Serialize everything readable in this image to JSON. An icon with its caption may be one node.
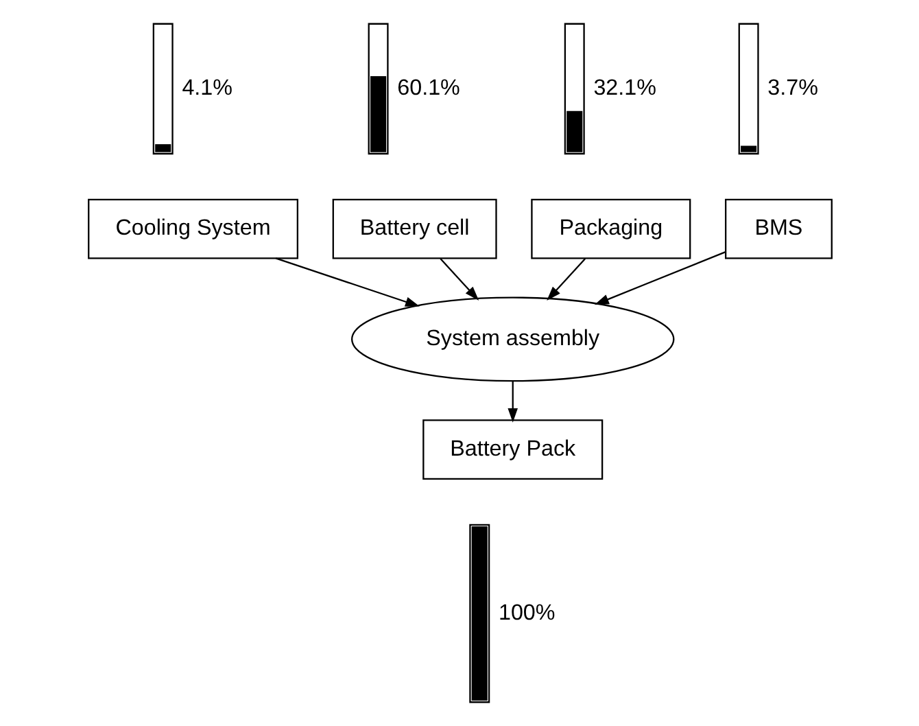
{
  "diagram": {
    "nodes": [
      {
        "text": [],
        "shape": "bar",
        "beside": [
          "4.1%"
        ]
      },
      {
        "text": [],
        "shape": "bar",
        "beside": [
          "60.1%"
        ]
      },
      {
        "text": [],
        "shape": "bar",
        "beside": [
          "32.1%"
        ]
      },
      {
        "text": [],
        "shape": "bar",
        "beside": [
          "3.7%"
        ]
      },
      {
        "text": [
          "Cooling System"
        ]
      },
      {
        "text": [
          "Battery cell"
        ]
      },
      {
        "text": [
          "Packaging"
        ]
      },
      {
        "text": [
          "BMS"
        ]
      },
      {
        "text": [
          "System assembly"
        ]
      },
      {
        "text": [
          "Battery Pack"
        ]
      },
      {
        "text": [],
        "shape": "bar",
        "beside": [
          "100%"
        ]
      }
    ],
    "edges": [
      {
        "from": 4,
        "to": 8,
        "arrow": "to"
      },
      {
        "from": 5,
        "to": 8,
        "arrow": "to"
      },
      {
        "from": 6,
        "to": 8,
        "arrow": "to"
      },
      {
        "from": 7,
        "to": 8,
        "arrow": "to"
      },
      {
        "from": 8,
        "to": 9,
        "arrow": "to"
      }
    ]
  }
}
